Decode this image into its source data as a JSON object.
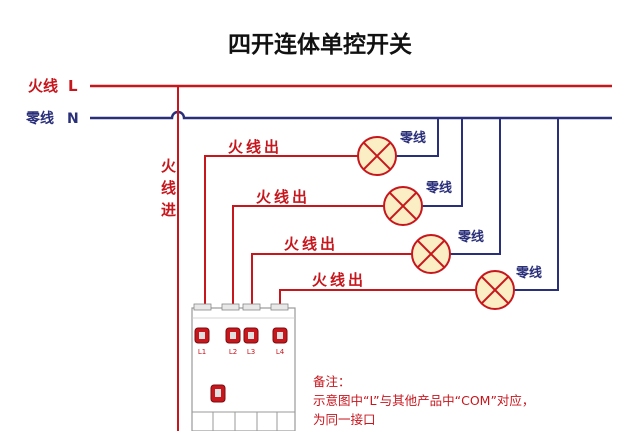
{
  "title": "四开连体单控开关",
  "lines": {
    "live": {
      "label": "火线",
      "letter": "L"
    },
    "neutral": {
      "label": "零线",
      "letter": "N"
    }
  },
  "live_in_label": [
    "火",
    "线",
    "进"
  ],
  "lamp_outputs": [
    {
      "out_label": "火线出",
      "neutral_label": "零线"
    },
    {
      "out_label": "火线出",
      "neutral_label": "零线"
    },
    {
      "out_label": "火线出",
      "neutral_label": "零线"
    },
    {
      "out_label": "火线出",
      "neutral_label": "零线"
    }
  ],
  "terminals": [
    "L1",
    "L2",
    "L3",
    "L4"
  ],
  "note": {
    "heading": "备注：",
    "line1": "示意图中“L”与其他产品中“COM”对应，",
    "line2": "为同一接口"
  },
  "colors": {
    "live": "#c8161d",
    "neutral": "#2a2f7a",
    "lamp_fill": "#fbeec4",
    "lamp_stroke": "#c8161d"
  }
}
